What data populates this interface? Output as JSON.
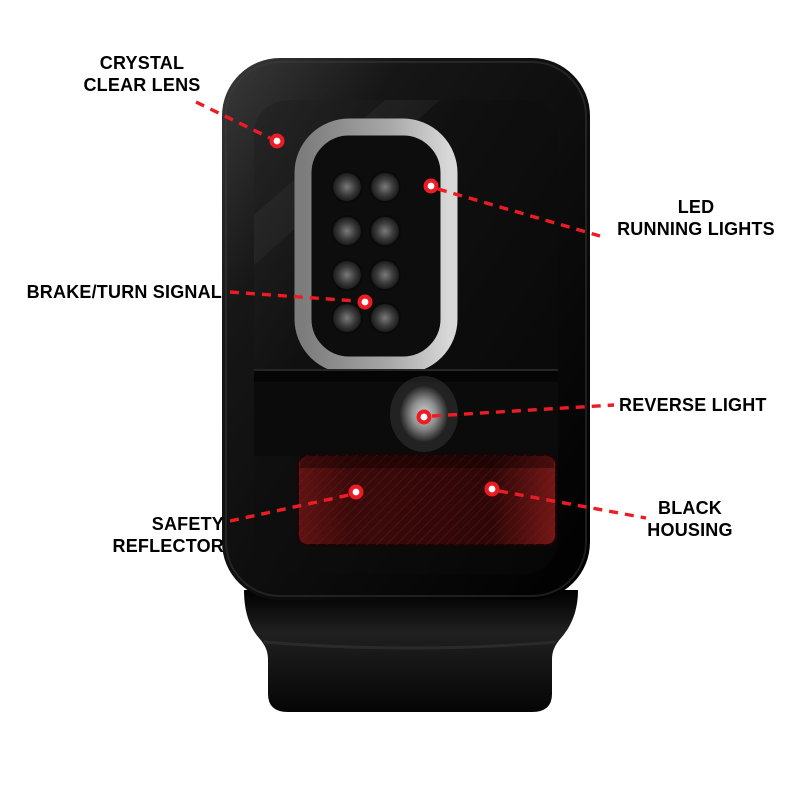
{
  "page": {
    "background": "#ffffff",
    "description": "Annotated product diagram of an LED tail light with smoked crystal lens and black housing"
  },
  "callouts": [
    {
      "id": "crystal-clear-lens",
      "text": "CRYSTAL\nCLEAR LENS",
      "side": "top-left"
    },
    {
      "id": "led-running-lights",
      "text": "LED\nRUNNING LIGHTS",
      "side": "right"
    },
    {
      "id": "brake-turn-signal",
      "text": "BRAKE/TURN SIGNAL",
      "side": "left"
    },
    {
      "id": "reverse-light",
      "text": "REVERSE LIGHT",
      "side": "right"
    },
    {
      "id": "safety-reflector",
      "text": "SAFETY REFLECTOR",
      "side": "left"
    },
    {
      "id": "black-housing",
      "text": "BLACK\nHOUSING",
      "side": "right"
    }
  ],
  "colors": {
    "callout_line": "#ec1c24",
    "callout_dot_ring": "#ec1c24",
    "callout_dot_center": "#ffffff",
    "label_text": "#000000",
    "housing": "#0a0a0a",
    "lens": "#101010",
    "light_bar": "#a8a8a8",
    "reflector": "#3b0a0a"
  }
}
